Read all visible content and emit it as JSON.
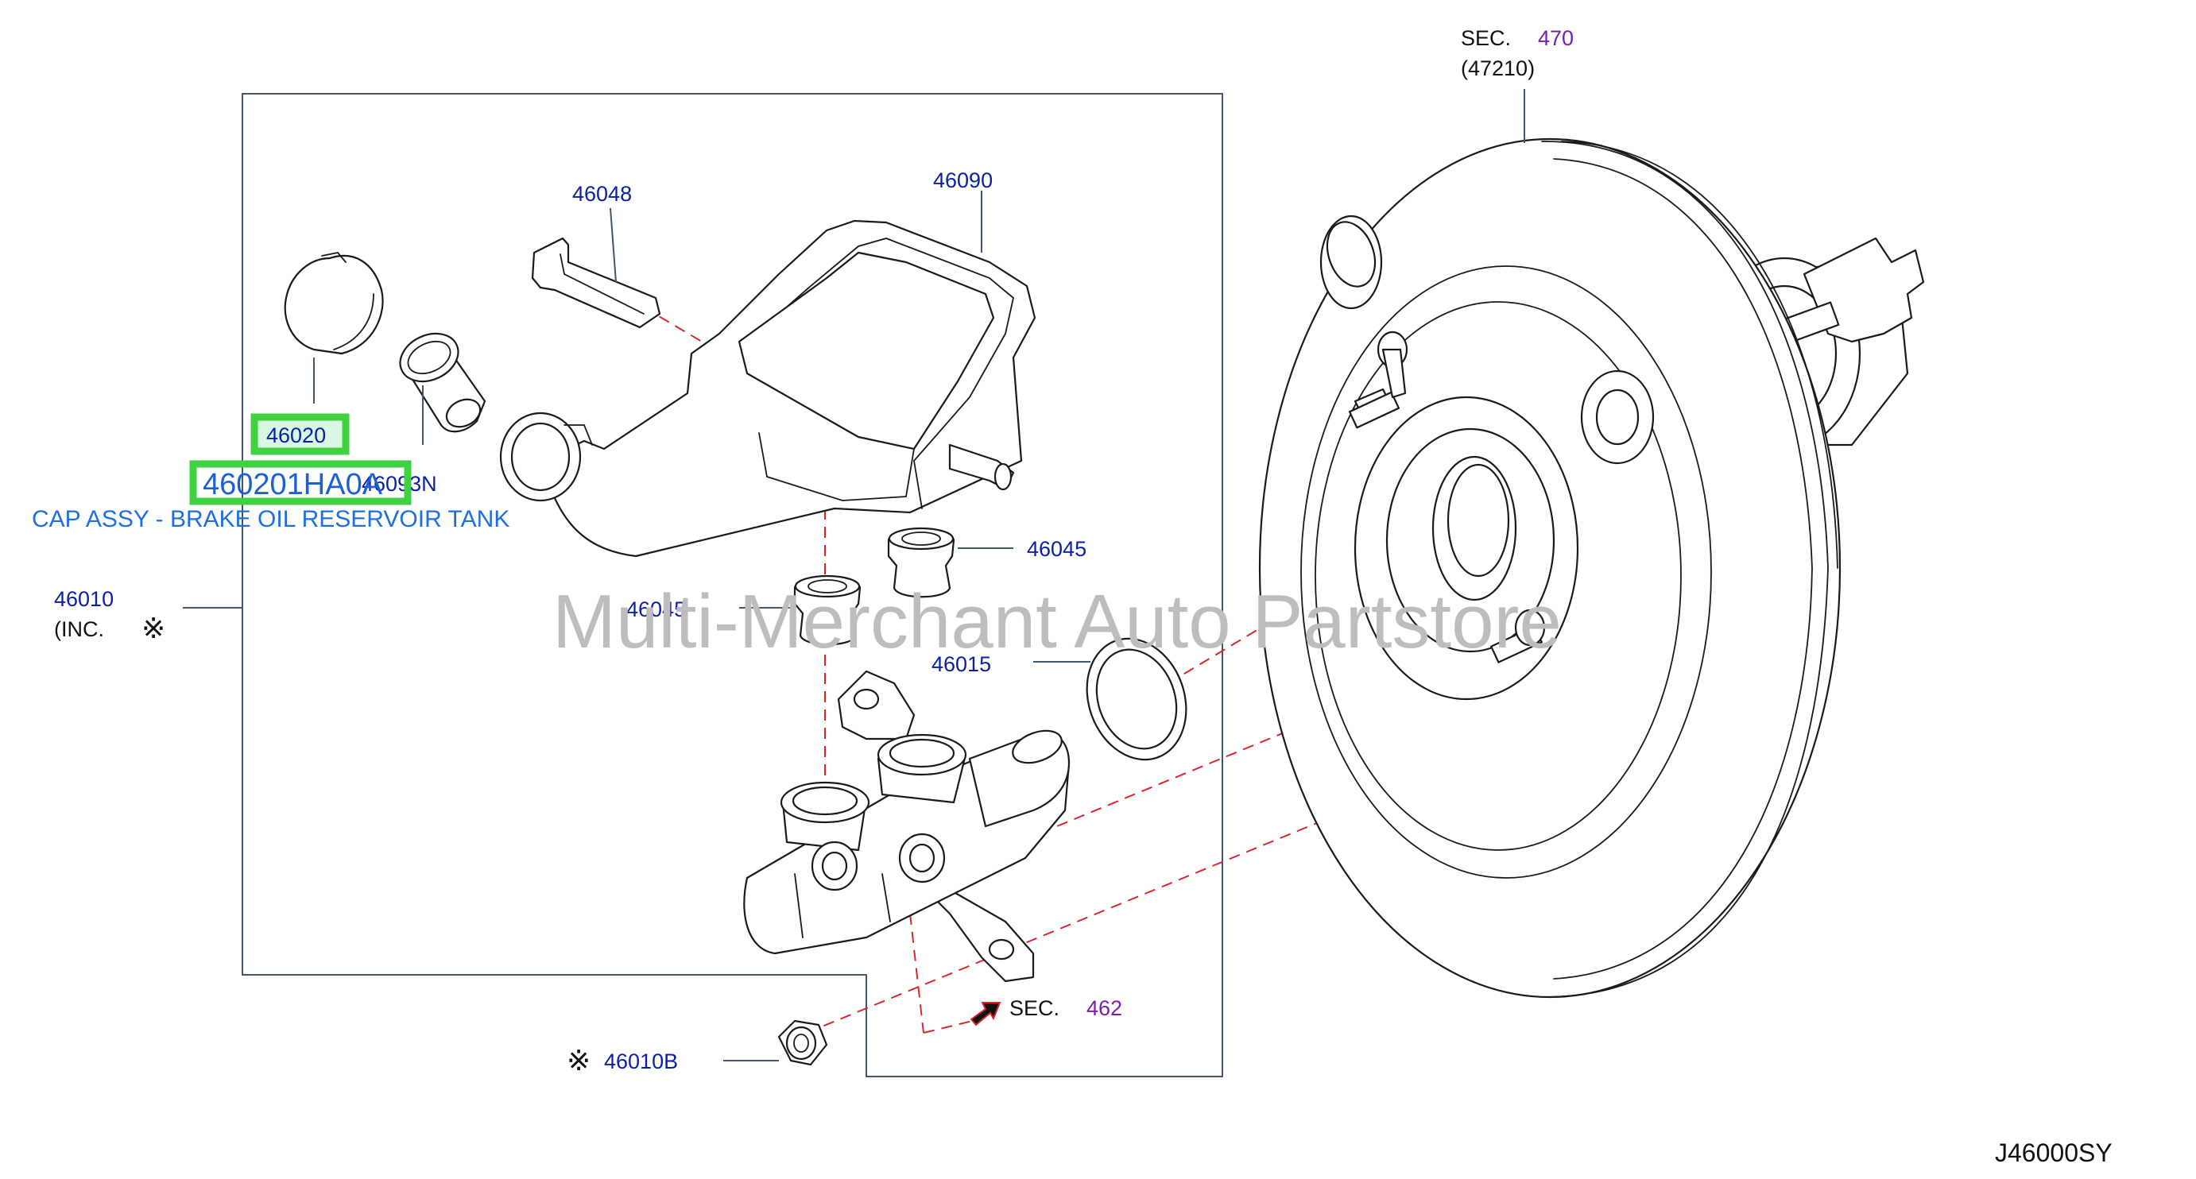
{
  "labels": {
    "sec_470_prefix": "SEC.",
    "sec_470_num": "470",
    "part_47210": "(47210)",
    "part_46048": "46048",
    "part_46090": "46090",
    "part_46020": "46020",
    "part_46093n": "46093N",
    "part_46045_right": "46045",
    "part_46045_left": "46045",
    "part_46015": "46015",
    "part_46010": "46010",
    "inc_text": "(INC.",
    "inc_mark": "※",
    "sec_462_prefix": "SEC.",
    "sec_462_num": "462",
    "part_46010b_mark": "※",
    "part_46010b": "46010B",
    "footer_code": "J46000SY"
  },
  "highlight": {
    "part_number": "460201HA0A",
    "description": "CAP ASSY - BRAKE OIL RESERVOIR TANK"
  },
  "watermark": "Multi-Merchant Auto Partstore",
  "colors": {
    "part_number_blue": "#0a1fa8",
    "section_purple": "#7a1fb0",
    "highlight_green": "#3fd13f",
    "highlight_text": "#1c5fd6",
    "leader_line": "#44546a",
    "flow_dash": "#d9262c"
  }
}
